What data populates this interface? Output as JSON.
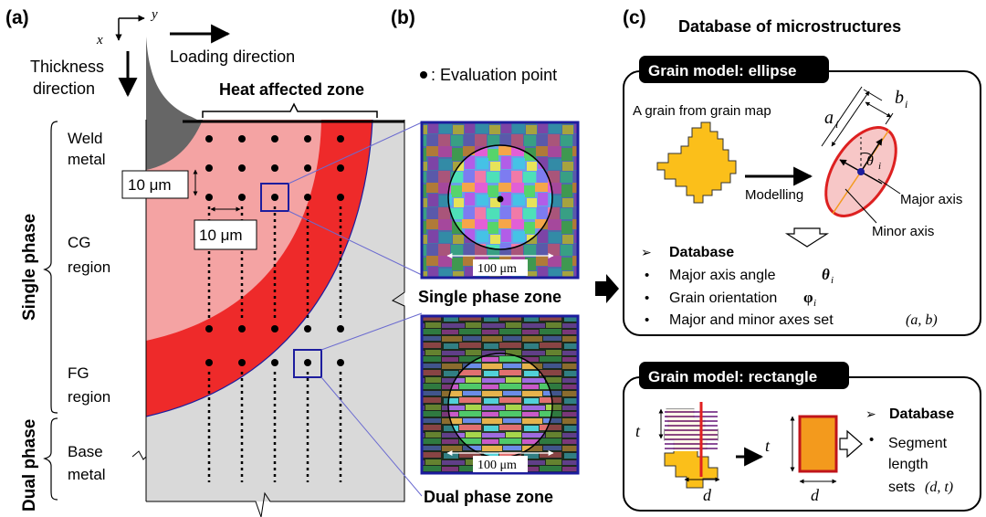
{
  "panel_a": {
    "label": "(a)",
    "axis_y": "y",
    "axis_x": "x",
    "thickness_line1": "Thickness",
    "thickness_line2": "direction",
    "loading": "Loading direction",
    "haz": "Heat affected zone",
    "weld_line1": "Weld",
    "weld_line2": "metal",
    "cg_line1": "CG",
    "cg_line2": "region",
    "fg_line1": "FG",
    "fg_line2": "region",
    "base_line1": "Base",
    "base_line2": "metal",
    "single_phase": "Single phase",
    "dual_phase": "Dual phase",
    "spacing_v": "10 μm",
    "spacing_h": "10 μm"
  },
  "panel_b": {
    "label": "(b)",
    "legend": ": Evaluation point",
    "scale_top": "100 μm",
    "scale_bottom": "100 μm",
    "single_zone": "Single phase zone",
    "dual_zone": "Dual phase zone"
  },
  "panel_c": {
    "label": "(c)",
    "title": "Database of microstructures",
    "ellipse_header": "Grain model: ellipse",
    "grain_from_map": "A grain from grain map",
    "modelling": "Modelling",
    "major_axis": "Major axis",
    "minor_axis": "Minor axis",
    "a_i": "a",
    "b_i": "b",
    "theta_i": "θ",
    "db1_title": "Database",
    "db1_item1": "Major axis angle",
    "db1_item1_sym": "θ",
    "db1_item2": "Grain orientation",
    "db1_item2_sym": "φ",
    "db1_item3": "Major and minor axes set",
    "db1_item3_sym": "(a, b)",
    "rect_header": "Grain model: rectangle",
    "db2_title": "Database",
    "db2_line1": "Segment",
    "db2_line2": "length",
    "db2_line3": "sets",
    "db2_sym": "(d, t)",
    "t_sym": "t",
    "d_sym": "d"
  },
  "colors": {
    "weld_gray": "#666666",
    "light_red": "#f4a3a3",
    "mid_red": "#ef7b7b",
    "bright_red": "#ee2a2a",
    "base_gray": "#d9d9d9",
    "grain_yellow": "#fbbf1a",
    "ellipse_fill": "#f7c7c7",
    "blue_frame": "#1d1d9e",
    "rect_fill": "#f39a1d"
  }
}
